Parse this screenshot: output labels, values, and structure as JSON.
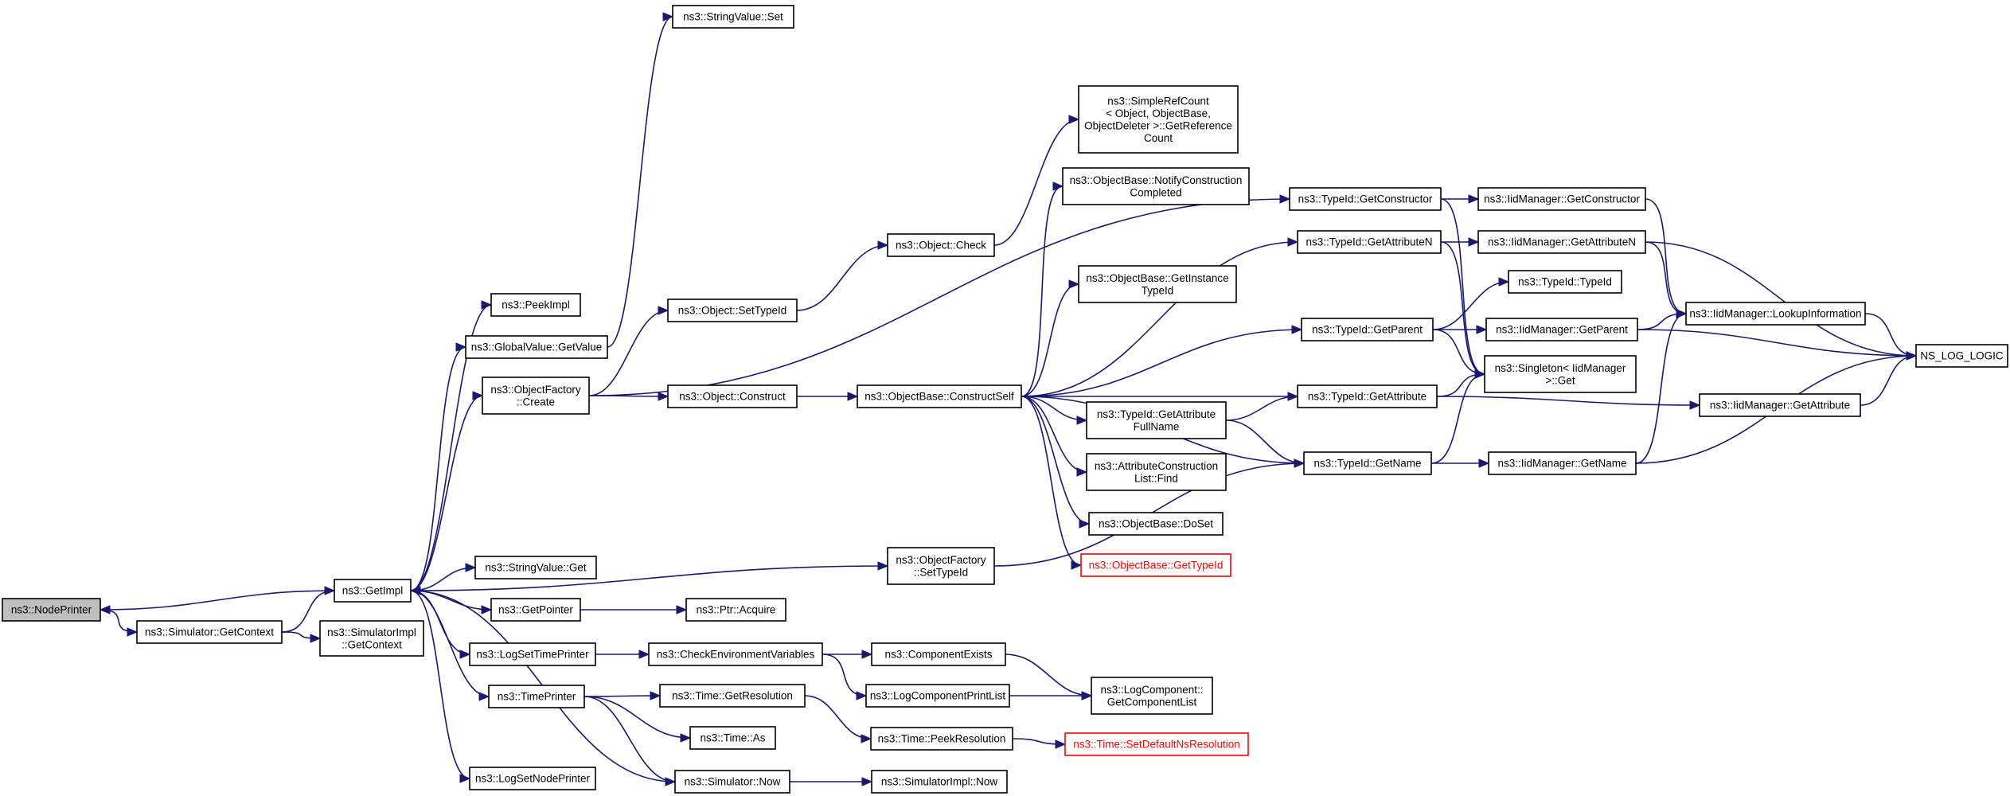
{
  "nodes": [
    {
      "id": "nodeprinter",
      "lines": [
        "ns3::NodePrinter"
      ],
      "style": "root"
    },
    {
      "id": "sim_getcontext",
      "lines": [
        "ns3::Simulator::GetContext"
      ]
    },
    {
      "id": "getimpl",
      "lines": [
        "ns3::GetImpl"
      ]
    },
    {
      "id": "simimpl_getcontext",
      "lines": [
        "ns3::SimulatorImpl",
        "::GetContext"
      ]
    },
    {
      "id": "peekimpl",
      "lines": [
        "ns3::PeekImpl"
      ]
    },
    {
      "id": "gv_getvalue",
      "lines": [
        "ns3::GlobalValue::GetValue"
      ]
    },
    {
      "id": "sv_set",
      "lines": [
        "ns3::StringValue::Set"
      ]
    },
    {
      "id": "of_create",
      "lines": [
        "ns3::ObjectFactory",
        "::Create"
      ]
    },
    {
      "id": "obj_settypeid",
      "lines": [
        "ns3::Object::SetTypeId"
      ]
    },
    {
      "id": "obj_construct",
      "lines": [
        "ns3::Object::Construct"
      ]
    },
    {
      "id": "obj_check",
      "lines": [
        "ns3::Object::Check"
      ]
    },
    {
      "id": "simplerefcount",
      "lines": [
        "ns3::SimpleRefCount",
        "< Object, ObjectBase,",
        "ObjectDeleter >::GetReference",
        "Count"
      ]
    },
    {
      "id": "ob_notify",
      "lines": [
        "ns3::ObjectBase::NotifyConstruction",
        "Completed"
      ]
    },
    {
      "id": "ob_getinstance",
      "lines": [
        "ns3::ObjectBase::GetInstance",
        "TypeId"
      ]
    },
    {
      "id": "ob_constructself",
      "lines": [
        "ns3::ObjectBase::ConstructSelf"
      ]
    },
    {
      "id": "tid_getattrfull",
      "lines": [
        "ns3::TypeId::GetAttribute",
        "FullName"
      ]
    },
    {
      "id": "acl_find",
      "lines": [
        "ns3::AttributeConstruction",
        "List::Find"
      ]
    },
    {
      "id": "ob_doset",
      "lines": [
        "ns3::ObjectBase::DoSet"
      ]
    },
    {
      "id": "ob_gettypeid",
      "lines": [
        "ns3::ObjectBase::GetTypeId"
      ],
      "style": "trunc"
    },
    {
      "id": "tid_getconstructor",
      "lines": [
        "ns3::TypeId::GetConstructor"
      ]
    },
    {
      "id": "tid_getattrn",
      "lines": [
        "ns3::TypeId::GetAttributeN"
      ]
    },
    {
      "id": "tid_typeid",
      "lines": [
        "ns3::TypeId::TypeId"
      ]
    },
    {
      "id": "tid_getparent",
      "lines": [
        "ns3::TypeId::GetParent"
      ]
    },
    {
      "id": "tid_getattribute",
      "lines": [
        "ns3::TypeId::GetAttribute"
      ]
    },
    {
      "id": "tid_getname",
      "lines": [
        "ns3::TypeId::GetName"
      ]
    },
    {
      "id": "iid_getconstructor",
      "lines": [
        "ns3::IidManager::GetConstructor"
      ]
    },
    {
      "id": "iid_getattrn",
      "lines": [
        "ns3::IidManager::GetAttributeN"
      ]
    },
    {
      "id": "iid_getparent",
      "lines": [
        "ns3::IidManager::GetParent"
      ]
    },
    {
      "id": "singleton_get",
      "lines": [
        "ns3::Singleton< IidManager",
        " >::Get"
      ]
    },
    {
      "id": "iid_lookup",
      "lines": [
        "ns3::IidManager::LookupInformation"
      ]
    },
    {
      "id": "iid_getattribute",
      "lines": [
        "ns3::IidManager::GetAttribute"
      ]
    },
    {
      "id": "iid_getname",
      "lines": [
        "ns3::IidManager::GetName"
      ]
    },
    {
      "id": "ns_log_logic",
      "lines": [
        "NS_LOG_LOGIC"
      ]
    },
    {
      "id": "of_settypeid",
      "lines": [
        "ns3::ObjectFactory",
        "::SetTypeId"
      ]
    },
    {
      "id": "sv_get",
      "lines": [
        "ns3::StringValue::Get"
      ]
    },
    {
      "id": "getpointer",
      "lines": [
        "ns3::GetPointer"
      ]
    },
    {
      "id": "ptr_acquire",
      "lines": [
        "ns3::Ptr::Acquire"
      ]
    },
    {
      "id": "logsettimeprinter",
      "lines": [
        "ns3::LogSetTimePrinter"
      ]
    },
    {
      "id": "checkenv",
      "lines": [
        "ns3::CheckEnvironmentVariables"
      ]
    },
    {
      "id": "compexists",
      "lines": [
        "ns3::ComponentExists"
      ]
    },
    {
      "id": "logcompprintlist",
      "lines": [
        "ns3::LogComponentPrintList"
      ]
    },
    {
      "id": "logcomp_getlist",
      "lines": [
        "ns3::LogComponent::",
        "GetComponentList"
      ]
    },
    {
      "id": "timeprinter",
      "lines": [
        "ns3::TimePrinter"
      ]
    },
    {
      "id": "time_getres",
      "lines": [
        "ns3::Time::GetResolution"
      ]
    },
    {
      "id": "time_as",
      "lines": [
        "ns3::Time::As"
      ]
    },
    {
      "id": "time_peekres",
      "lines": [
        "ns3::Time::PeekResolution"
      ]
    },
    {
      "id": "time_setdefault",
      "lines": [
        "ns3::Time::SetDefaultNsResolution"
      ],
      "style": "trunc"
    },
    {
      "id": "sim_now",
      "lines": [
        "ns3::Simulator::Now"
      ]
    },
    {
      "id": "simimpl_now",
      "lines": [
        "ns3::SimulatorImpl::Now"
      ]
    },
    {
      "id": "logsetnodeprinter",
      "lines": [
        "ns3::LogSetNodePrinter"
      ]
    }
  ],
  "edges": [
    [
      "getimpl",
      "nodeprinter"
    ],
    [
      "nodeprinter",
      "sim_getcontext"
    ],
    [
      "sim_getcontext",
      "getimpl"
    ],
    [
      "sim_getcontext",
      "simimpl_getcontext"
    ],
    [
      "getimpl",
      "peekimpl"
    ],
    [
      "getimpl",
      "gv_getvalue"
    ],
    [
      "gv_getvalue",
      "sv_set"
    ],
    [
      "getimpl",
      "of_create"
    ],
    [
      "of_create",
      "tid_getconstructor"
    ],
    [
      "of_create",
      "obj_settypeid"
    ],
    [
      "of_create",
      "obj_construct"
    ],
    [
      "obj_settypeid",
      "obj_check"
    ],
    [
      "obj_check",
      "simplerefcount"
    ],
    [
      "obj_construct",
      "ob_constructself"
    ],
    [
      "ob_constructself",
      "ob_notify"
    ],
    [
      "ob_constructself",
      "tid_getattrn"
    ],
    [
      "ob_constructself",
      "ob_getinstance"
    ],
    [
      "ob_constructself",
      "tid_getparent"
    ],
    [
      "ob_constructself",
      "tid_getattribute"
    ],
    [
      "ob_constructself",
      "tid_getattrfull"
    ],
    [
      "ob_constructself",
      "acl_find"
    ],
    [
      "ob_constructself",
      "ob_doset"
    ],
    [
      "ob_constructself",
      "ob_gettypeid"
    ],
    [
      "ob_constructself",
      "tid_getname"
    ],
    [
      "tid_getattrfull",
      "tid_getattribute"
    ],
    [
      "tid_getattrfull",
      "tid_getname"
    ],
    [
      "tid_getconstructor",
      "iid_getconstructor"
    ],
    [
      "tid_getconstructor",
      "singleton_get"
    ],
    [
      "tid_getattrn",
      "iid_getattrn"
    ],
    [
      "tid_getattrn",
      "singleton_get"
    ],
    [
      "tid_getparent",
      "tid_typeid"
    ],
    [
      "tid_getparent",
      "iid_getparent"
    ],
    [
      "tid_getparent",
      "singleton_get"
    ],
    [
      "tid_getattribute",
      "singleton_get"
    ],
    [
      "tid_getattribute",
      "iid_getattribute"
    ],
    [
      "tid_getname",
      "singleton_get"
    ],
    [
      "tid_getname",
      "iid_getname"
    ],
    [
      "iid_getconstructor",
      "iid_lookup"
    ],
    [
      "iid_getattrn",
      "iid_lookup"
    ],
    [
      "iid_getattrn",
      "ns_log_logic"
    ],
    [
      "iid_getparent",
      "iid_lookup"
    ],
    [
      "iid_getparent",
      "ns_log_logic"
    ],
    [
      "iid_lookup",
      "ns_log_logic"
    ],
    [
      "iid_getattribute",
      "ns_log_logic"
    ],
    [
      "iid_getname",
      "iid_lookup"
    ],
    [
      "iid_getname",
      "ns_log_logic"
    ],
    [
      "getimpl",
      "of_settypeid"
    ],
    [
      "of_settypeid",
      "tid_getname"
    ],
    [
      "getimpl",
      "sv_get"
    ],
    [
      "getimpl",
      "getpointer"
    ],
    [
      "getpointer",
      "ptr_acquire"
    ],
    [
      "getimpl",
      "logsettimeprinter"
    ],
    [
      "logsettimeprinter",
      "checkenv"
    ],
    [
      "checkenv",
      "compexists"
    ],
    [
      "checkenv",
      "logcompprintlist"
    ],
    [
      "compexists",
      "logcomp_getlist"
    ],
    [
      "logcompprintlist",
      "logcomp_getlist"
    ],
    [
      "getimpl",
      "timeprinter"
    ],
    [
      "timeprinter",
      "time_getres"
    ],
    [
      "timeprinter",
      "time_as"
    ],
    [
      "timeprinter",
      "sim_now"
    ],
    [
      "time_getres",
      "time_peekres"
    ],
    [
      "time_peekres",
      "time_setdefault"
    ],
    [
      "sim_now",
      "getimpl"
    ],
    [
      "sim_now",
      "simimpl_now"
    ],
    [
      "getimpl",
      "logsetnodeprinter"
    ]
  ]
}
